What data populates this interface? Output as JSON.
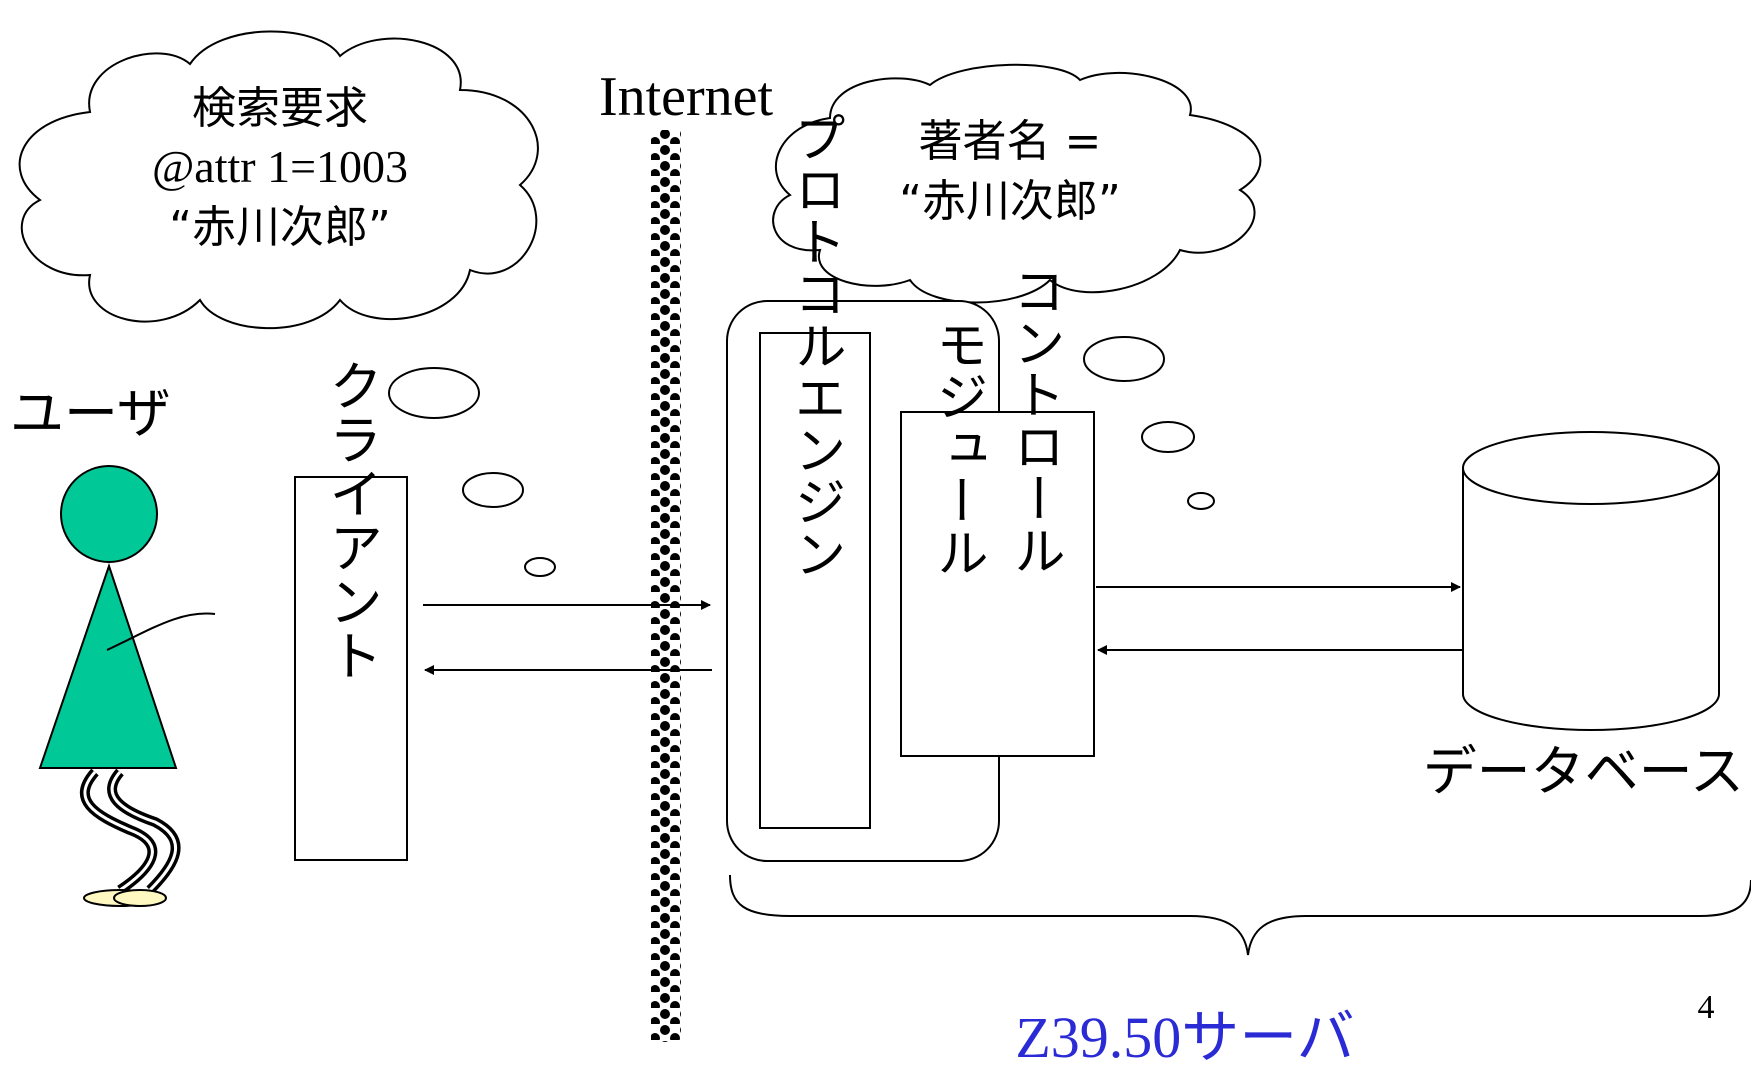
{
  "cloud_left": {
    "line1": "検索要求",
    "line2": "@attr 1=1003",
    "line3": "“赤川次郎”"
  },
  "cloud_right": {
    "line1": "著者名 =",
    "line2": "“赤川次郎”"
  },
  "internet_label": "Internet",
  "user_label": "ユーザ",
  "client_label": "クライアント",
  "protocol_engine_label": "プロトコルエンジン",
  "control_module": {
    "col1": "コントロール",
    "col2": "モジュール"
  },
  "database_label": "データベース",
  "server_label": "Z39.50サーバ",
  "page_number": "4",
  "colors": {
    "figure_fill": "#00c896",
    "server_label": "#2b2bd6",
    "shoe_fill": "#fff8c0"
  }
}
